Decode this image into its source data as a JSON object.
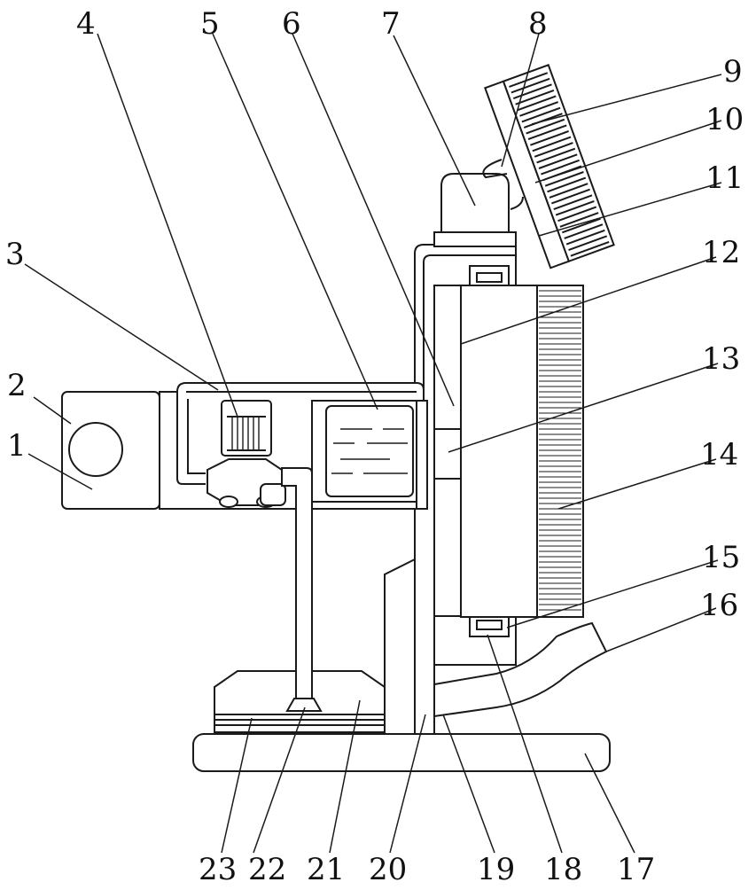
{
  "figure": {
    "labels": [
      "1",
      "2",
      "3",
      "4",
      "5",
      "6",
      "7",
      "8",
      "9",
      "10",
      "11",
      "12",
      "13",
      "14",
      "15",
      "16",
      "17",
      "18",
      "19",
      "20",
      "21",
      "22",
      "23"
    ]
  }
}
